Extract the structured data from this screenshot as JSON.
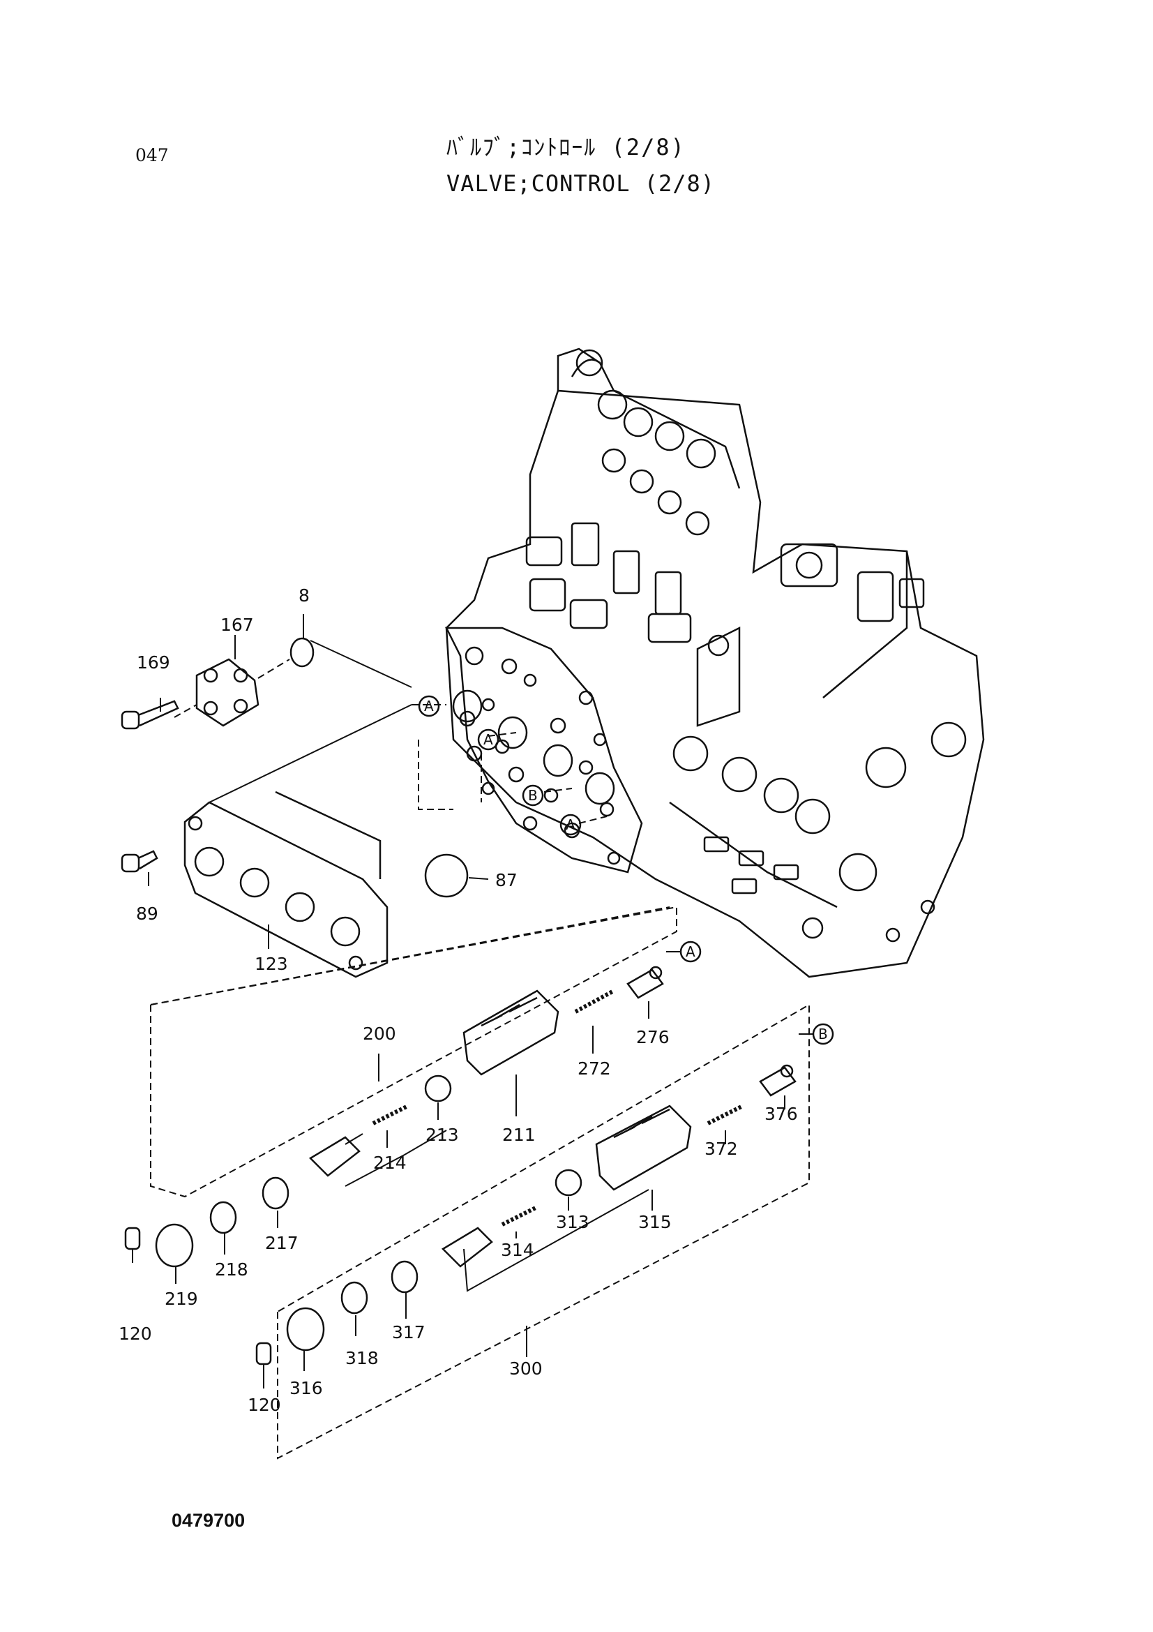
{
  "header": {
    "page_number": "047",
    "title_jp": "ﾊﾞﾙﾌﾞ;ｺﾝﾄﾛｰﾙ (2/8)",
    "title_en": "VALVE;CONTROL (2/8)"
  },
  "footer": {
    "document_code": "0479700"
  },
  "diagram": {
    "part_labels": {
      "p8": "8",
      "p167": "167",
      "p169": "169",
      "p87": "87",
      "p89": "89",
      "p123": "123",
      "p200": "200",
      "p276": "276",
      "p272": "272",
      "p213": "213",
      "p211": "211",
      "p214": "214",
      "p217": "217",
      "p218": "218",
      "p219": "219",
      "p120a": "120",
      "p376": "376",
      "p372": "372",
      "p313": "313",
      "p315": "315",
      "p314": "314",
      "p317": "317",
      "p318": "318",
      "p316": "316",
      "p120b": "120",
      "p300": "300"
    },
    "callouts": {
      "a1": "A",
      "a2": "A",
      "b1": "B",
      "a3": "A",
      "a4": "A",
      "b2": "B"
    }
  }
}
